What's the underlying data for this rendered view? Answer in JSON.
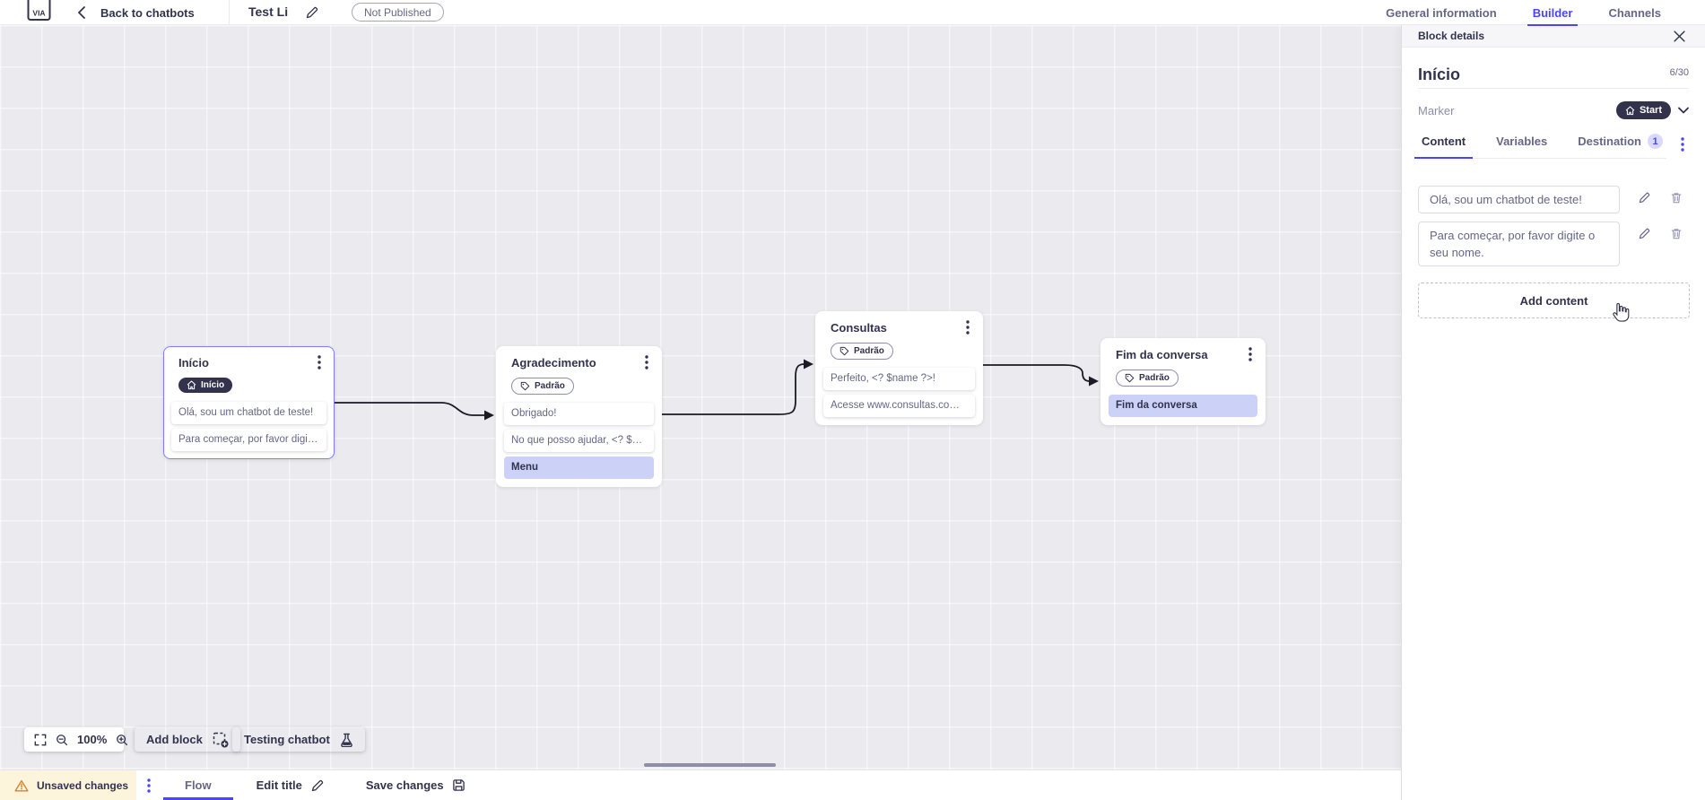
{
  "colors": {
    "accent": "#4945ff",
    "dark_neutral": "#32324d",
    "muted_text": "#666687",
    "warning_icon": "#d9822f",
    "warning_bg": "#fdf4dc",
    "highlight_item_bg": "#ccd1f8",
    "selected_block_border": "#807eff",
    "counter_badge_bg": "#d9d8ff"
  },
  "header": {
    "back_label": "Back to chatbots",
    "chatbot_title": "Test Li",
    "status_badge": "Not Published",
    "tabs": [
      {
        "label": "General information",
        "active": false
      },
      {
        "label": "Builder",
        "active": true
      },
      {
        "label": "Channels",
        "active": false
      }
    ]
  },
  "panel": {
    "title": "Block details",
    "block_name": "Início",
    "name_counter": "6/30",
    "marker_label": "Marker",
    "marker_value": "Start",
    "tabs": [
      {
        "label": "Content",
        "active": true
      },
      {
        "label": "Variables",
        "active": false
      },
      {
        "label": "Destination",
        "active": false,
        "badge": "1"
      }
    ],
    "contents": [
      {
        "text": "Olá, sou um chatbot de teste!"
      },
      {
        "text": "Para começar, por favor digite o seu nome."
      }
    ],
    "add_content_label": "Add content"
  },
  "canvas": {
    "blocks": [
      {
        "title": "Início",
        "badge": "Início",
        "badge_style": "start",
        "selected": true,
        "items": [
          {
            "text": "Olá, sou um chatbot de teste!"
          },
          {
            "text": "Para começar, por favor digite o ..."
          }
        ]
      },
      {
        "title": "Agradecimento",
        "badge": "Padrão",
        "badge_style": "default",
        "selected": false,
        "items": [
          {
            "text": "Obrigado!"
          },
          {
            "text": "No que posso ajudar, <? $name ..."
          },
          {
            "text": "Menu",
            "highlight": true
          }
        ]
      },
      {
        "title": "Consultas",
        "badge": "Padrão",
        "badge_style": "default",
        "selected": false,
        "items": [
          {
            "text": "Perfeito, <? $name ?>!"
          },
          {
            "text": "Acesse www.consultas.com par..."
          }
        ]
      },
      {
        "title": "Fim da conversa",
        "badge": "Padrão",
        "badge_style": "default",
        "selected": false,
        "items": [
          {
            "text": "Fim da conversa",
            "highlight": true
          }
        ]
      }
    ],
    "controls": {
      "zoom_level": "100%",
      "add_block_label": "Add block",
      "testing_label": "Testing chatbot"
    }
  },
  "footer": {
    "unsaved_label": "Unsaved changes",
    "flow_tab_label": "Flow",
    "edit_title_label": "Edit title",
    "save_label": "Save changes"
  },
  "icons": {
    "app-logo": "VIA",
    "back-chevron-icon": "‹",
    "edit-pencil-icon": "✎",
    "close-icon": "✕",
    "home-icon": "⌂",
    "tag-icon": "⬟",
    "chevron-down-icon": "⌄",
    "kebab-icon": "⋮",
    "trash-icon": "🗑",
    "fullscreen-icon": "⛶",
    "zoom-out-icon": "⊖",
    "zoom-in-icon": "⊕",
    "add-block-icon": "⊞",
    "flask-icon": "⚗",
    "warning-icon": "⚠",
    "save-icon": "💾",
    "hand-cursor": "☛"
  }
}
